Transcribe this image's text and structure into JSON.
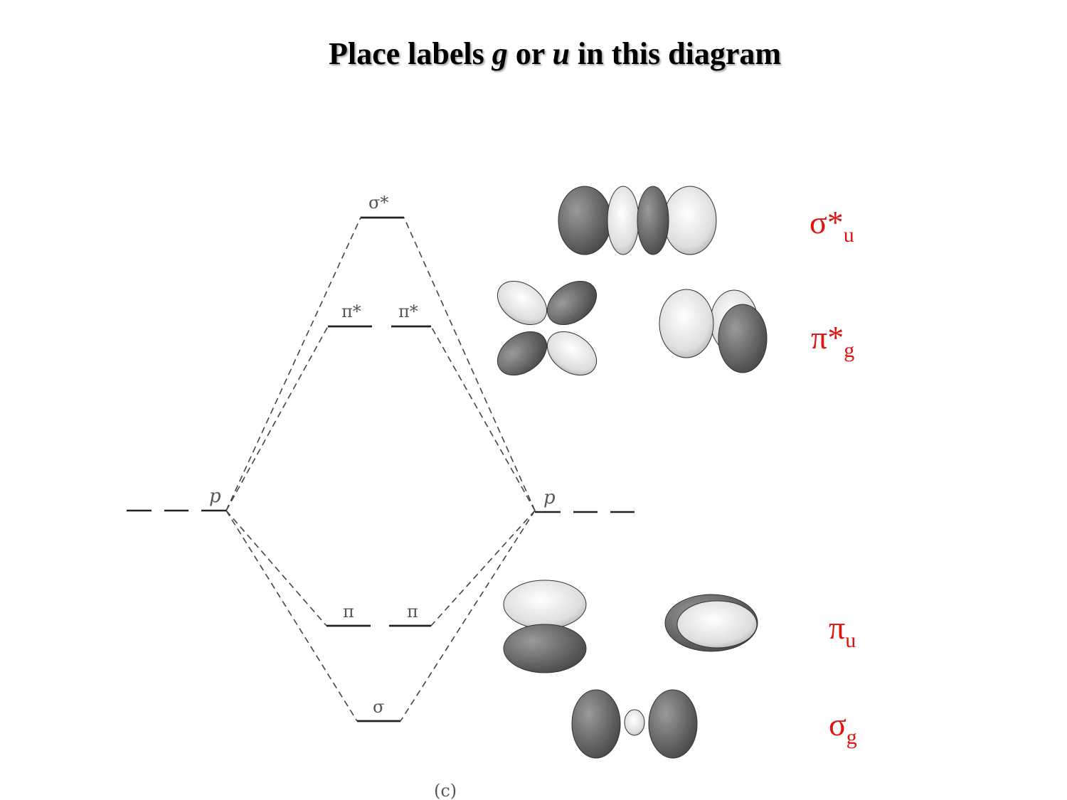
{
  "title": {
    "prefix": "Place labels ",
    "g": "g",
    "mid": " or ",
    "u": "u",
    "suffix": " in this diagram"
  },
  "levels": {
    "sigma_star": "σ*",
    "pi_star_1": "π*",
    "pi_star_2": "π*",
    "p_left": "p",
    "p_right": "p",
    "pi_1": "π",
    "pi_2": "π",
    "sigma": "σ"
  },
  "panel_caption": "(c)",
  "symmetry_labels": [
    {
      "symbol": "σ*",
      "subscript": "u"
    },
    {
      "symbol": "π*",
      "subscript": "g"
    },
    {
      "symbol": "π",
      "subscript": "u"
    },
    {
      "symbol": "σ",
      "subscript": "g"
    }
  ],
  "colors": {
    "label": "#e0140e",
    "lobe_dark": "#555555",
    "lobe_light": "#f4f4f4",
    "lines": "#444444"
  }
}
